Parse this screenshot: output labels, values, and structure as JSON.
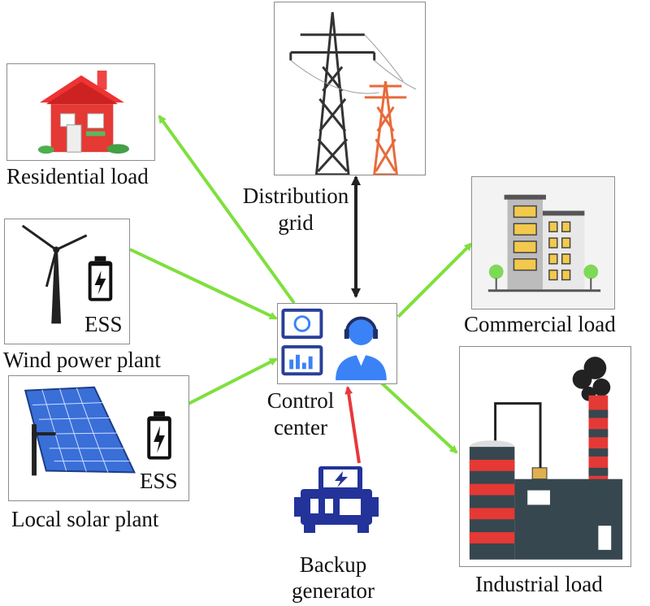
{
  "nodes": {
    "residential": {
      "label": "Residential load"
    },
    "distribution": {
      "label_line1": "Distribution",
      "label_line2": "grid"
    },
    "commercial": {
      "label": "Commercial load"
    },
    "wind": {
      "label": "Wind power plant",
      "ess_label": "ESS"
    },
    "solar": {
      "label": "Local solar plant",
      "ess_label": "ESS"
    },
    "control": {
      "label_line1": "Control",
      "label_line2": "center"
    },
    "backup": {
      "label_line1": "Backup",
      "label_line2": "generator"
    },
    "industrial": {
      "label": "Industrial load"
    }
  },
  "colors": {
    "green_arrow": "#7ee03c",
    "red_arrow": "#e8383a",
    "black_arrow": "#222222",
    "box_border": "#8c8c8c"
  }
}
